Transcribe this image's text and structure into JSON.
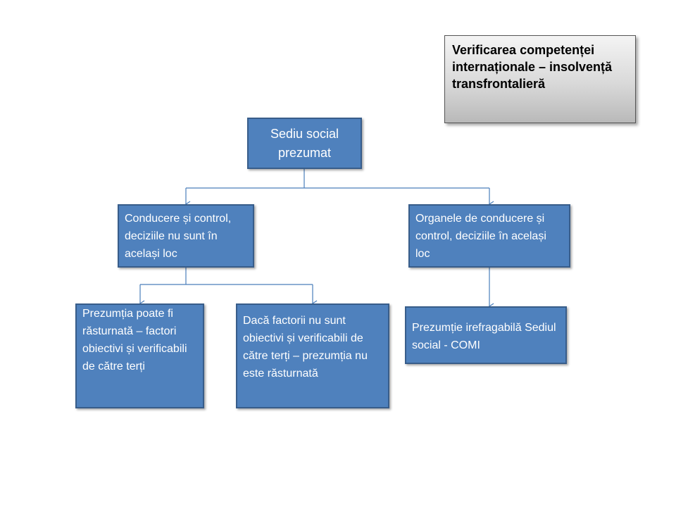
{
  "title": "Verificarea competenței internaționale – insolvență transfrontalieră",
  "nodes": {
    "root": "Sediu social prezumat",
    "left": "Conducere și control, deciziile nu sunt în același loc",
    "right": "Organele de conducere și control, deciziile în același loc",
    "left_left": "Prezumția poate fi răsturnată – factori obiectivi și verificabili de către terți",
    "left_right": "Dacă factorii nu sunt obiectivi și verificabili de către terți – prezumția nu este răsturnată",
    "right_child": "Prezumție irefragabilă Sediul social - COMI"
  },
  "colors": {
    "node_fill": "#4f81bd",
    "node_border": "#385d8a",
    "connector": "#4a7ebb",
    "title_gradient_top": "#f4f4f4",
    "title_gradient_bottom": "#b9b9b9"
  }
}
